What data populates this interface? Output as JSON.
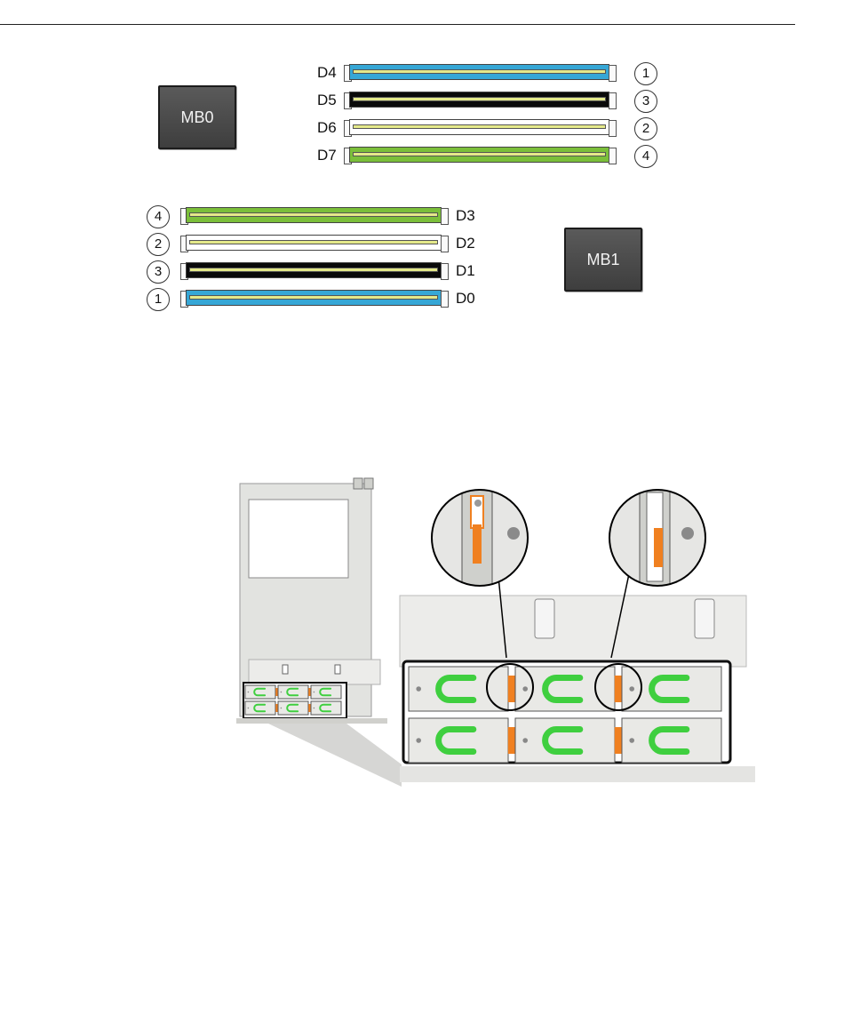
{
  "dimm_diagram": {
    "cpus": [
      {
        "label": "MB0"
      },
      {
        "label": "MB1"
      }
    ],
    "slots_upper": [
      {
        "label": "D4",
        "order": "1",
        "color": "blue"
      },
      {
        "label": "D5",
        "order": "3",
        "color": "black"
      },
      {
        "label": "D6",
        "order": "2",
        "color": "white"
      },
      {
        "label": "D7",
        "order": "4",
        "color": "green"
      }
    ],
    "slots_lower": [
      {
        "label": "D3",
        "order": "4",
        "color": "green"
      },
      {
        "label": "D2",
        "order": "2",
        "color": "white"
      },
      {
        "label": "D1",
        "order": "3",
        "color": "black"
      },
      {
        "label": "D0",
        "order": "1",
        "color": "blue"
      }
    ],
    "colors": {
      "blue": "#36a7d6",
      "black": "#0a0a0a",
      "white": "#ffffff",
      "green": "#7bbf3a",
      "stripe": "#e4e98a"
    }
  },
  "disk_illustration": {
    "drive_bays": 6,
    "magnified_callouts": 2,
    "colors": {
      "handle": "#3fcf3f",
      "indicator": "#f08020",
      "chassis": "#d9dad6"
    }
  }
}
